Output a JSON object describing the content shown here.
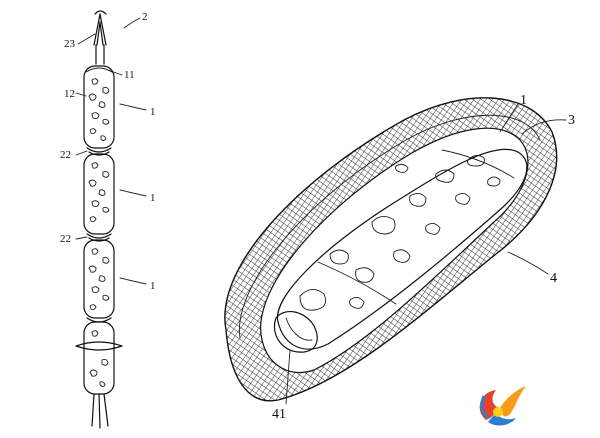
{
  "figure_left": {
    "labels": {
      "strap_ref": "2",
      "loop_ref": "23",
      "top_cap_ref": "11",
      "surface_ref": "12",
      "segment1_ref": "1",
      "joint1_ref": "22",
      "segment2_ref": "1",
      "joint2_ref": "22",
      "segment3_ref": "1"
    }
  },
  "figure_right": {
    "labels": {
      "pillow_ref": "1",
      "mesh_edge_ref": "3",
      "mesh_body_ref": "4",
      "end_cap_ref": "41"
    }
  },
  "watermark": {
    "logo_icon": "flame-swirl-logo-icon",
    "colors": {
      "red": "#e8432a",
      "orange": "#f59a1b",
      "blue": "#2a7fd4",
      "yellow": "#f4d21c"
    }
  }
}
